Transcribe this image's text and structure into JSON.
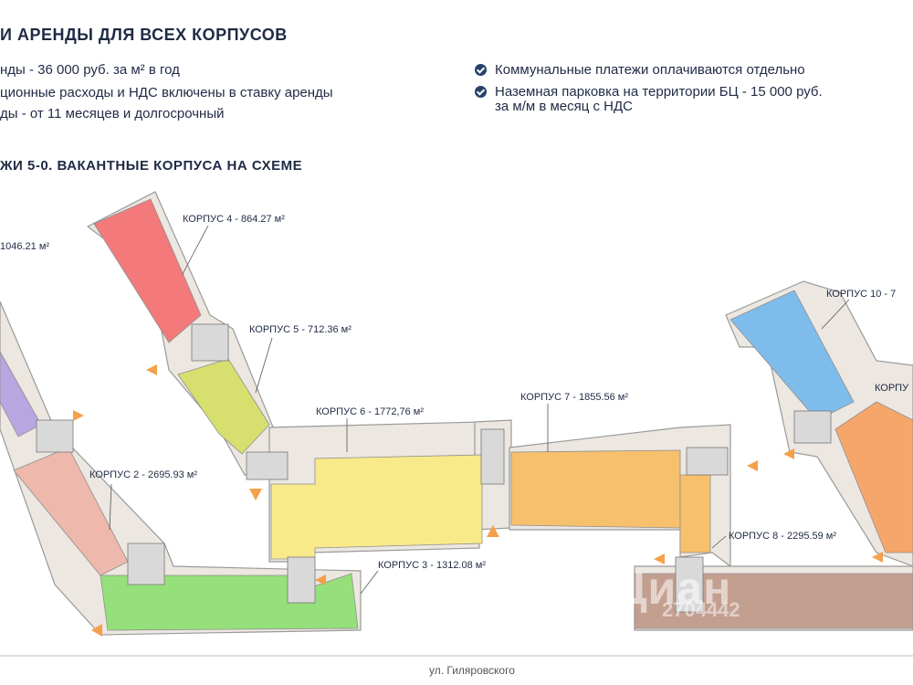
{
  "heading": "И АРЕНДЫ ДЛЯ ВСЕХ КОРПУСОВ",
  "terms_left": [
    "нды - 36 000 руб. за м² в год",
    "ционные расходы и НДС включены в ставку аренды",
    "ды - от 11 месяцев и долгосрочный"
  ],
  "terms_right": [
    "Коммунальные платежи оплачиваются отдельно",
    "Наземная парковка на территории БЦ - 15 000 руб.",
    "за м/м в месяц с НДС"
  ],
  "subheading": "ЖИ 5-0. ВАКАНТНЫЕ КОРПУСА НА СХЕМЕ",
  "buildings": {
    "k1": "1046.21 м²",
    "k2": "КОРПУС 2 - 2695.93 м²",
    "k3": "КОРПУС 3 - 1312.08 м²",
    "k4": "КОРПУС 4 - 864.27 м²",
    "k5": "КОРПУС 5 - 712.36 м²",
    "k6": "КОРПУС 6 - 1772,76 м²",
    "k7": "КОРПУС 7 - 1855.56 м²",
    "k8": "КОРПУС 8 - 2295.59 м²",
    "k9": "КОРПУ",
    "k10": "КОРПУС 10 - 7"
  },
  "colors": {
    "k1": "#b7a6e0",
    "k2": "#eeb8ac",
    "k3": "#95e07a",
    "k4": "#f3797b",
    "k5": "#d7df6f",
    "k6": "#f8ea8a",
    "k7": "#f7c06d",
    "k8": "#c39f90",
    "k9": "#f7a66b",
    "k10": "#7ebcec",
    "frame": "#ece7e0",
    "arrow": "#f5a04a"
  },
  "street": "ул. Гиляровского",
  "watermark": "Циан",
  "watermark_id": "2704442"
}
